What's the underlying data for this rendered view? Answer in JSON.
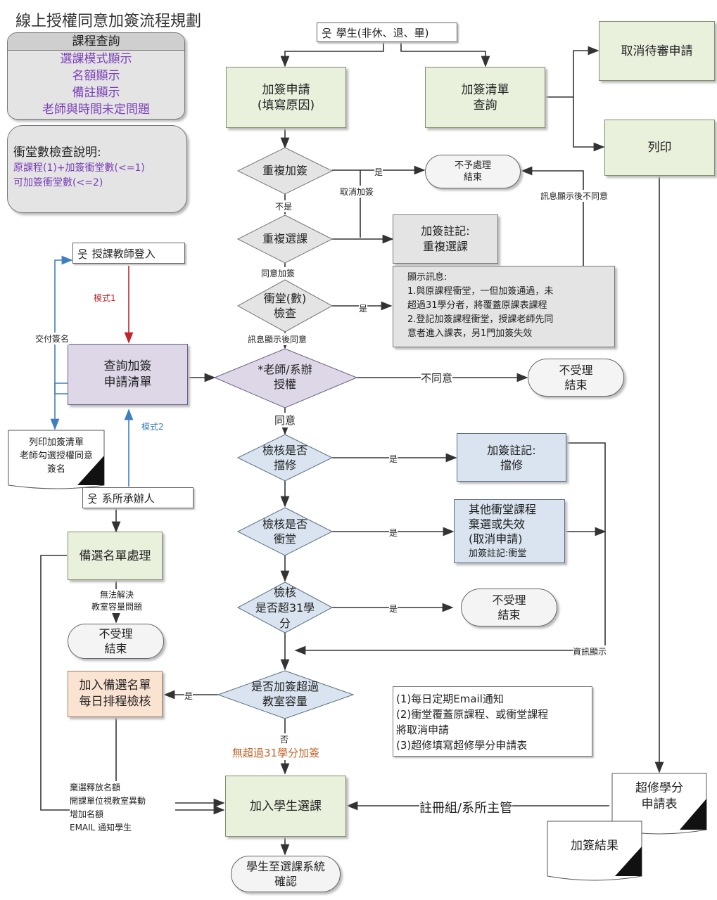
{
  "title": "線上授權同意加簽流程規劃",
  "course_panel": {
    "header": "課程查詢",
    "items": [
      "選課模式顯示",
      "名額顯示",
      "備註顯示",
      "老師與時間未定問題"
    ]
  },
  "conflict_panel": {
    "heading": "衝堂數檢查說明:",
    "lines": [
      "原課程(1)+加簽衝堂數(<=1)",
      "可加簽衝堂數(<=2)"
    ]
  },
  "actors": {
    "student": "學生(非休、退、畢)",
    "teacher": "授課教師登入",
    "staff": "系所承辦人"
  },
  "boxes": {
    "apply": [
      "加簽申請",
      "(填寫原因)"
    ],
    "list_query": [
      "加簽清單",
      "查詢"
    ],
    "cancel_pending": "取消待審申請",
    "print": "列印",
    "note_dup": [
      "加簽註記:",
      "重複選課"
    ],
    "msg": [
      "顯示訊息:",
      "1.與原課程衝堂，一但加簽通過，未",
      "超過31學分者，將覆蓋原課表課程",
      "2.登記加簽課程衝堂，授課老師先同",
      "意者進入課表，另1門加簽失效"
    ],
    "query_list": [
      "查詢加簽",
      "申請清單"
    ],
    "print_list": [
      "列印加簽清單",
      "老師勾選授權同意",
      "簽名"
    ],
    "note_block": [
      "加簽註記:",
      "擋修"
    ],
    "conflict_other": [
      "其他衝堂課程",
      "棄選或失效",
      "(取消申請)",
      "加簽註記:衝堂"
    ],
    "waitlist_proc": "備選名單處理",
    "add_waitlist": [
      "加入備選名單",
      "每日排程檢核"
    ],
    "add_course": "加入學生選課",
    "overload_form": [
      "超修學分",
      "申請表"
    ],
    "add_result": "加簽結果",
    "notes": [
      "(1)每日定期Email通知",
      "(2)衝堂覆蓋原課程、或衝堂課程",
      "將取消申請",
      "(3)超修填寫超修學分申請表"
    ]
  },
  "terminals": {
    "no_process": [
      "不予處理",
      "結束"
    ],
    "reject1": [
      "不受理",
      "結束"
    ],
    "reject2": [
      "不受理",
      "結束"
    ],
    "reject3": [
      "不受理",
      "結束"
    ],
    "confirm": [
      "學生至選課系統",
      "確認"
    ]
  },
  "decisions": {
    "dup_add": "重複加簽",
    "dup_select": "重複選課",
    "conflict_check": [
      "衝堂(數)",
      "檢查"
    ],
    "authorize": [
      "*老師/系辦",
      "授權"
    ],
    "check_block": [
      "檢核是否",
      "擋修"
    ],
    "check_conflict": [
      "檢核是否",
      "衝堂"
    ],
    "check_31": [
      "檢核",
      "是否超31學",
      "分"
    ],
    "capacity": [
      "是否加簽超過",
      "教室容量"
    ]
  },
  "edge_labels": {
    "yes": "是",
    "no": "否",
    "not_yes": "不是",
    "cancel_add": "取消加簽",
    "agree_add": "同意加簽",
    "msg_disagree": "訊息顯示後不同意",
    "msg_agree": "訊息顯示後同意",
    "disagree": "不同意",
    "agree": "同意",
    "mode1": "模式1",
    "mode2": "模式2",
    "deliver_sign": "交付簽名",
    "unsolvable": [
      "無法解決",
      "教室容量問題"
    ],
    "info_display": "資訊顯示",
    "no_over31": "無超過31學分加簽",
    "registrar": "註冊組/系所主管",
    "release": [
      "棄選釋放名額",
      "開課單位視教室異動",
      "增加名額",
      "EMAIL 通知學生"
    ]
  },
  "colors": {
    "green": "#e9f0dc",
    "blue": "#d9e4f0",
    "purple": "#ddd7e8",
    "peach": "#fbe3d2",
    "gray": "#e4e4e4",
    "purple_text": "#7b3fb8",
    "orange_text": "#c0652a",
    "red_arrow": "#c0262c",
    "blue_arrow": "#3f7fbf"
  }
}
